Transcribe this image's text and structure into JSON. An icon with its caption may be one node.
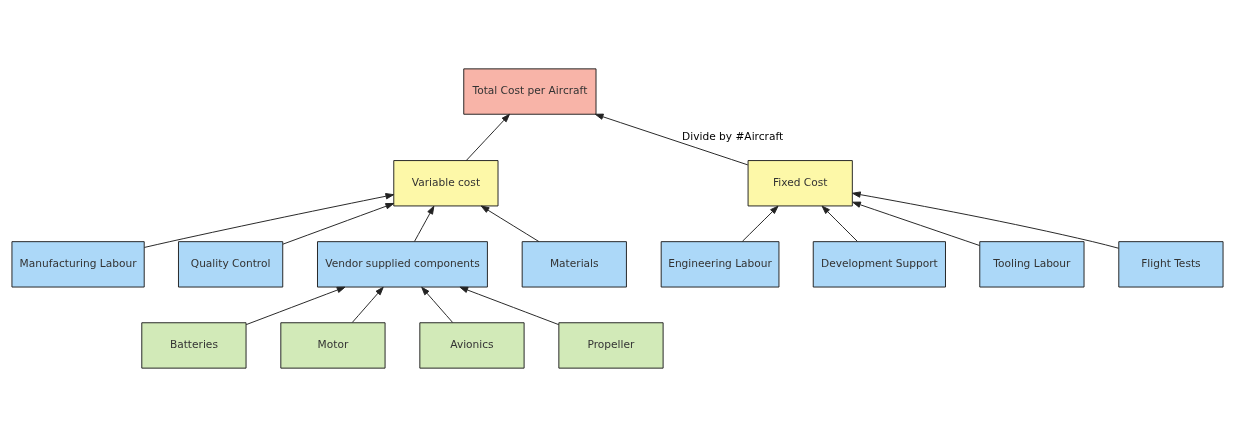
{
  "diagram": {
    "nodes": [
      {
        "text": [
          "Total Cost per Aircraft"
        ]
      },
      {
        "text": [
          "Variable cost"
        ]
      },
      {
        "text": [
          "Fixed Cost"
        ]
      },
      {
        "text": [
          "Manufacturing Labour"
        ]
      },
      {
        "text": [
          "Quality Control"
        ]
      },
      {
        "text": [
          "Vendor supplied components"
        ]
      },
      {
        "text": [
          "Materials"
        ]
      },
      {
        "text": [
          "Engineering Labour"
        ]
      },
      {
        "text": [
          "Development Support"
        ]
      },
      {
        "text": [
          "Tooling Labour"
        ]
      },
      {
        "text": [
          "Flight Tests"
        ]
      },
      {
        "text": [
          "Batteries"
        ]
      },
      {
        "text": [
          "Motor"
        ]
      },
      {
        "text": [
          "Avionics"
        ]
      },
      {
        "text": [
          "Propeller"
        ]
      }
    ],
    "edges": [
      {
        "from": 1,
        "to": 0,
        "arrow": "to"
      },
      {
        "from": 2,
        "to": 0,
        "arrow": "to",
        "label": "Divide by #Aircraft"
      },
      {
        "from": 3,
        "to": 1,
        "arrow": "to"
      },
      {
        "from": 4,
        "to": 1,
        "arrow": "to"
      },
      {
        "from": 5,
        "to": 1,
        "arrow": "to"
      },
      {
        "from": 6,
        "to": 1,
        "arrow": "to"
      },
      {
        "from": 7,
        "to": 2,
        "arrow": "to"
      },
      {
        "from": 8,
        "to": 2,
        "arrow": "to"
      },
      {
        "from": 9,
        "to": 2,
        "arrow": "to"
      },
      {
        "from": 10,
        "to": 2,
        "arrow": "to"
      },
      {
        "from": 11,
        "to": 5,
        "arrow": "to"
      },
      {
        "from": 12,
        "to": 5,
        "arrow": "to"
      },
      {
        "from": 13,
        "to": 5,
        "arrow": "to"
      },
      {
        "from": 14,
        "to": 5,
        "arrow": "to"
      }
    ]
  }
}
